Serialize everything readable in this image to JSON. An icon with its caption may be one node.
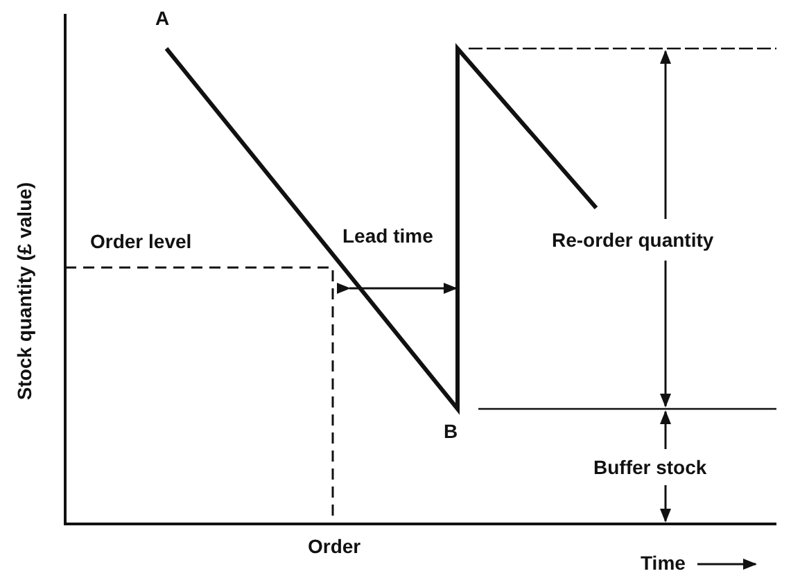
{
  "diagram": {
    "labels": [
      "A",
      "Order level",
      "Lead time",
      "Re-order quantity",
      "B",
      "Buffer stock",
      "Order",
      "Time",
      "Stock quantity (£ value)"
    ]
  }
}
